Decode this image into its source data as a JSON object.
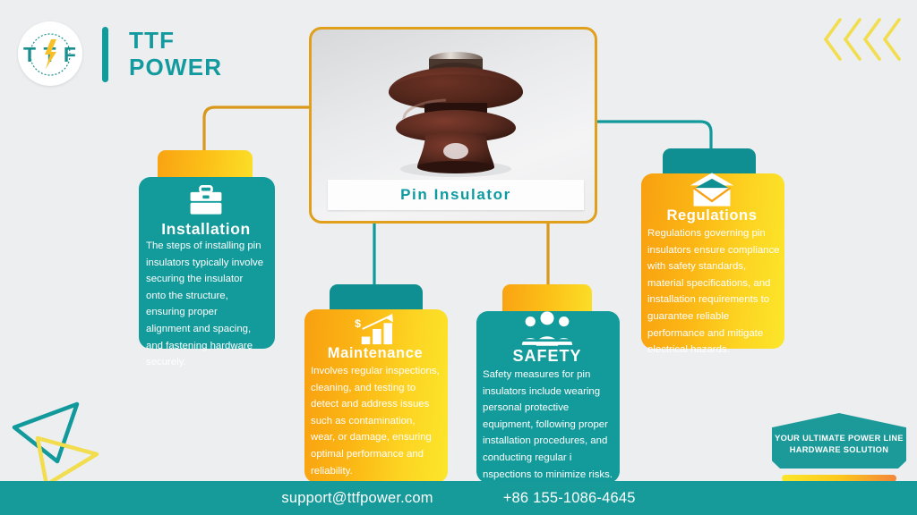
{
  "brand": {
    "name_line1": "TTF",
    "name_line2": "POWER",
    "logo_icon": "ttf-circular-lightning-logo",
    "accent_teal": "#139a9a",
    "accent_orange": "#f8a011",
    "accent_yellow": "#fbe62a",
    "background": "#eceef0"
  },
  "hero": {
    "label": "Pin Insulator",
    "image_icon": "brown-porcelain-pin-insulator-photo",
    "border_color": "#e0a01c"
  },
  "cards": [
    {
      "id": "installation",
      "title": "Installation",
      "body": "The steps of installing pin insulators typically involve securing the insulator onto the structure, ensuring proper alignment and spacing, and fastening hardware securely.",
      "icon": "briefcase-icon",
      "front_color": "#139a9a",
      "back_color": "#f9a312"
    },
    {
      "id": "maintenance",
      "title": "Maintenance",
      "body": "Involves regular inspections, cleaning, and testing to detect and address issues such as contamination, wear, or damage, ensuring optimal performance and reliability.",
      "icon": "bar-chart-growth-icon",
      "front_color": "#f8a011",
      "back_color": "#0f8f92"
    },
    {
      "id": "safety",
      "title": "SAFETY",
      "body": "Safety measures for pin  insulators include wearing personal protective equipment, following proper installation procedures, and conducting regular i nspections to minimize risks.",
      "icon": "three-people-group-icon",
      "front_color": "#139a9a",
      "back_color": "#f9a312"
    },
    {
      "id": "regulations",
      "title": "Regulations",
      "body": "Regulations governing pin insulators ensure compliance with safety standards, material specifications, and installation requirements to guarantee reliable performance and mitigate electrical hazards.",
      "icon": "envelope-mail-icon",
      "front_color": "#f8a011",
      "back_color": "#0f8f92"
    }
  ],
  "tagline": {
    "text": "YOUR ULTIMATE POWER LINE HARDWARE SOLUTION"
  },
  "footer": {
    "email": "support@ttfpower.com",
    "phone": "+86 155-1086-4645"
  },
  "decorations": {
    "chevrons_icon": "double-chevron-left-decoration",
    "triangles_icon": "overlapping-triangles-decoration"
  }
}
